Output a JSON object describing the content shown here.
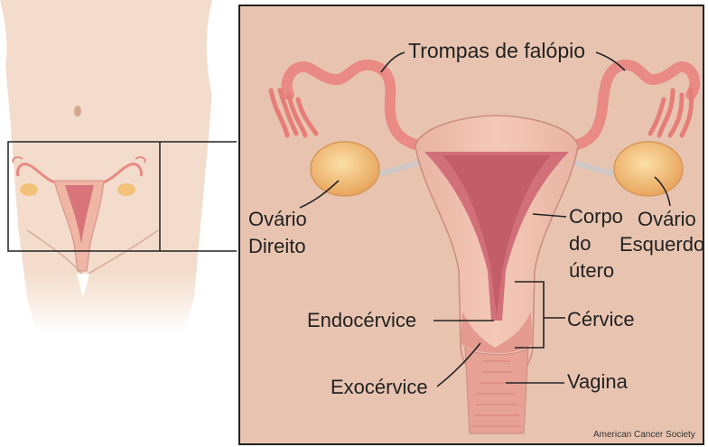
{
  "labels": {
    "fallopian_tubes": "Trompas de falópio",
    "right_ovary_line1": "Ovário",
    "right_ovary_line2": "Direito",
    "left_ovary_line1": "Ovário",
    "left_ovary_line2": "Esquerdo",
    "body_line1": "Corpo",
    "body_line2": "do",
    "body_line3": "útero",
    "endocervix": "Endocérvice",
    "cervix": "Cérvice",
    "exocervix": "Exocérvice",
    "vagina": "Vagina"
  },
  "credit": "American Cancer Society",
  "colors": {
    "skin": "#f3dccb",
    "panel_bg": "#e8c4b0",
    "organ": "#eab3a0",
    "organ_dark": "#c9656a",
    "tube": "#e98a84",
    "ovary": "#f2c27a"
  }
}
